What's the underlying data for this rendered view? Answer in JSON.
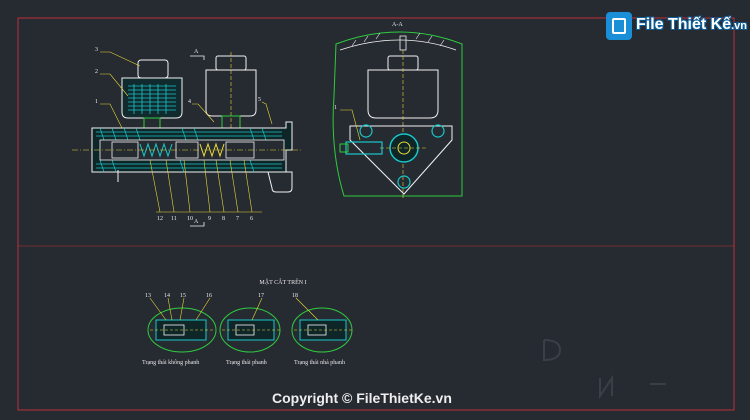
{
  "watermark": {
    "brand_text": "File Thiết Kế",
    "brand_suffix": ".vn",
    "copyright": "Copyright © FileThietKe.vn"
  },
  "drawing": {
    "section_mark_main": "A",
    "section_mark_side": "A-A",
    "side_view_label": "1",
    "section_title": "MẶT CẮT TRÊN I",
    "main_callouts": [
      "3",
      "2",
      "1",
      "4",
      "5",
      "12",
      "11",
      "10",
      "9",
      "8",
      "7",
      "6"
    ],
    "detail_callouts": [
      "13",
      "14",
      "15",
      "16",
      "17",
      "18"
    ],
    "captions": [
      "Trạng thái không phanh",
      "Trạng thái phanh",
      "Trạng thái nhả phanh"
    ]
  },
  "colors": {
    "background": "#262a31",
    "frame": "#c0303a",
    "outline": "#f2f2f2",
    "hatch_cyan": "#19c7c9",
    "accent_green": "#2ecc40",
    "accent_yellow": "#e9d93a",
    "logo_blue": "#1a8fd8"
  }
}
